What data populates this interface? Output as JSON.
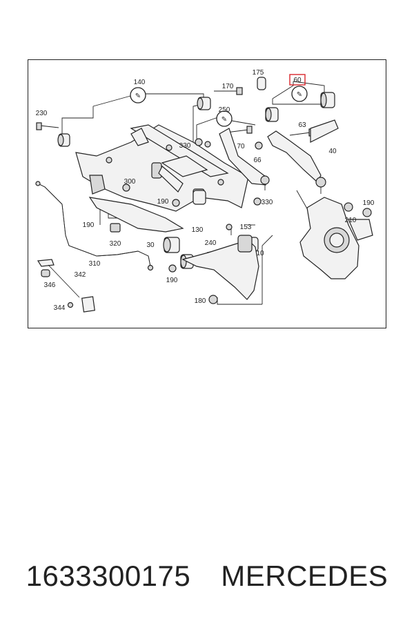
{
  "callouts": {
    "c140": "140",
    "c175": "175",
    "c60": "60",
    "c170": "170",
    "c230": "230",
    "c250": "250",
    "c63": "63",
    "c330a": "330",
    "c70": "70",
    "c40": "40",
    "c66": "66",
    "c300": "300",
    "c190a": "190",
    "c330b": "330",
    "c190b": "190",
    "c190c": "190",
    "c210": "210",
    "c153": "153",
    "c130": "130",
    "c320": "320",
    "c30": "30",
    "c240": "240",
    "c10": "10",
    "c310": "310",
    "c342": "342",
    "c346": "346",
    "c190d": "190",
    "c180": "180",
    "c344": "344"
  },
  "highlight_color": "#d9252a",
  "part_number": "1633300175",
  "brand": "MERCEDES"
}
